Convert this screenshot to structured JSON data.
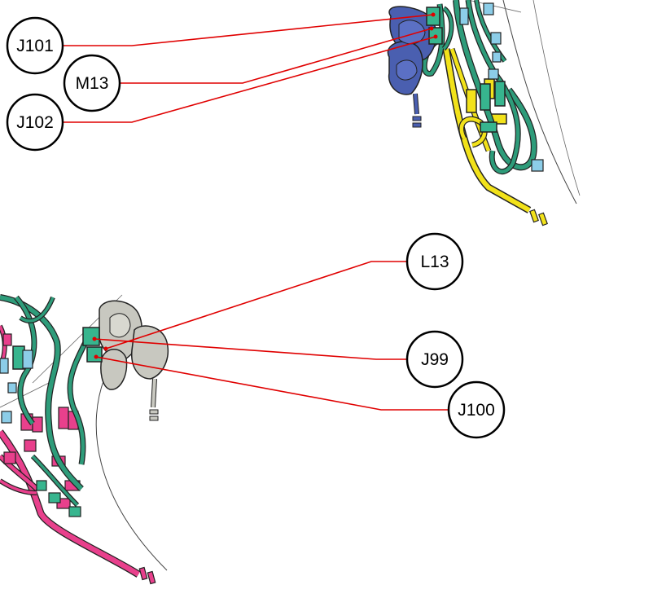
{
  "diagram": {
    "colors": {
      "leader_line": "#e00000",
      "callout_stroke": "#000000",
      "green_harness": "#2e9c7a",
      "green_connector": "#37b58e",
      "blue_motor": "#4a5fb0",
      "light_blue_connector": "#8ccde8",
      "yellow_harness": "#f2e21a",
      "gray_motor": "#c8c8c0",
      "pink_harness": "#e8408c",
      "outline": "#222222"
    },
    "top_callouts": [
      {
        "id": "J101",
        "label": "J101"
      },
      {
        "id": "M13",
        "label": "M13"
      },
      {
        "id": "J102",
        "label": "J102"
      }
    ],
    "bottom_callouts": [
      {
        "id": "L13",
        "label": "L13"
      },
      {
        "id": "J99",
        "label": "J99"
      },
      {
        "id": "J100",
        "label": "J100"
      }
    ]
  }
}
